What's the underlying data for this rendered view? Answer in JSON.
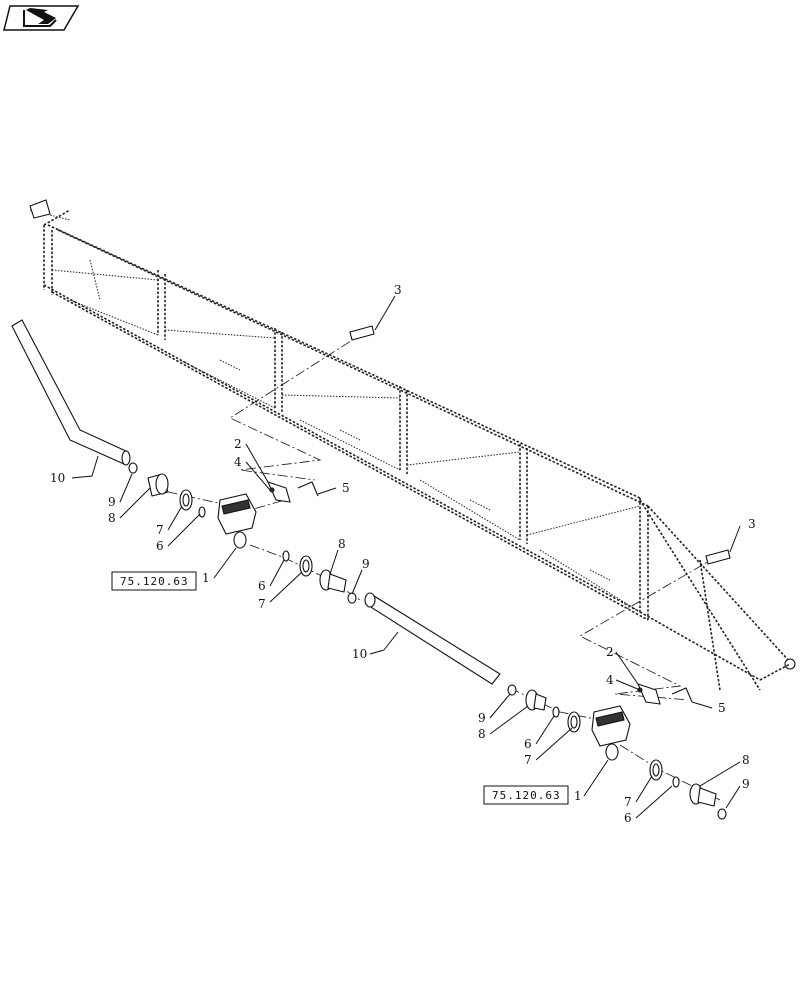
{
  "nav_icon": "arrow-right-icon",
  "callouts": {
    "c1a": "1",
    "c1b": "1",
    "c2a": "2",
    "c2b": "2",
    "c3a": "3",
    "c3b": "3",
    "c4a": "4",
    "c4b": "4",
    "c5a": "5",
    "c5b": "5",
    "c6a": "6",
    "c6b": "6",
    "c6c": "6",
    "c6d": "6",
    "c7a": "7",
    "c7b": "7",
    "c7c": "7",
    "c7d": "7",
    "c8a": "8",
    "c8b": "8",
    "c8c": "8",
    "c8d": "8",
    "c9a": "9",
    "c9b": "9",
    "c9c": "9",
    "c9d": "9",
    "c10a": "10",
    "c10b": "10"
  },
  "references": {
    "ref_a": "75.120.63",
    "ref_b": "75.120.63"
  }
}
